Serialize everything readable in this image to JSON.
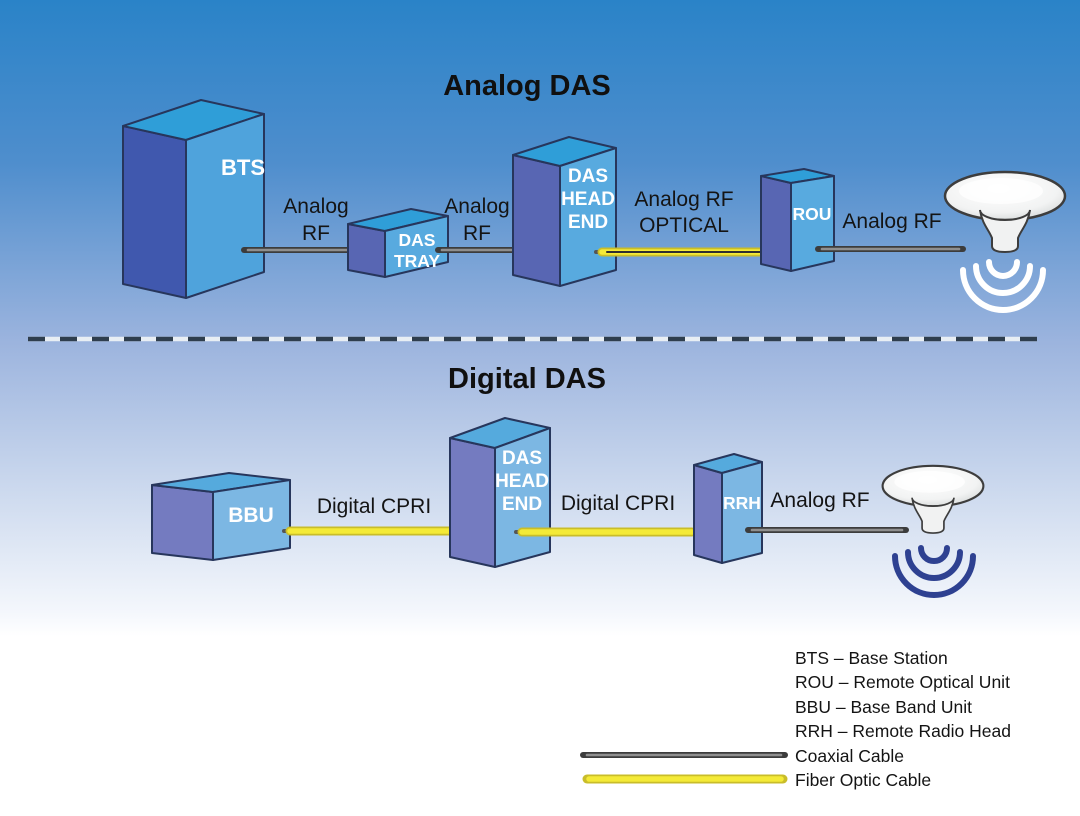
{
  "colors": {
    "bg_top": "#2a83c8",
    "bg_upper": "#4f8ecd",
    "bg_mid": "#9cb4de",
    "bg_lower": "#ccd9ee",
    "bg_white": "#ffffff",
    "outline": "#27365c",
    "front_blue": "#4fa3dc",
    "front_blue2": "#58aadf",
    "front_blue_light": "#7cb7e3",
    "side_blue": "#4058ae",
    "side_blue2": "#5866b3",
    "side_purple": "#747bc0",
    "top_blue": "#2f9ed8",
    "top_blue_light": "#55aadd",
    "coax": "#3c3c3c",
    "coax_light": "#8f8f8f",
    "fiber": "#f4ea37",
    "fiber_edge": "#c9bd2a",
    "fiber_core": "#555555",
    "arc_white": "#ffffff",
    "arc_navy": "#2e4191",
    "title": "#101010",
    "label": "#141414",
    "box_label": "#ffffff"
  },
  "titles": {
    "analog": "Analog DAS",
    "digital": "Digital DAS"
  },
  "analog": {
    "boxes": {
      "bts": {
        "label": "BTS"
      },
      "das_tray": {
        "lines": [
          "DAS",
          "TRAY"
        ]
      },
      "head_end": {
        "lines": [
          "DAS",
          "HEAD",
          "END"
        ]
      },
      "rou": {
        "label": "ROU"
      }
    },
    "links": [
      {
        "lines": [
          "Analog",
          "RF"
        ],
        "type": "coax"
      },
      {
        "lines": [
          "Analog",
          "RF"
        ],
        "type": "coax"
      },
      {
        "lines": [
          "Analog RF",
          "OPTICAL"
        ],
        "type": "fiber"
      },
      {
        "lines": [
          "Analog RF"
        ],
        "type": "coax"
      }
    ]
  },
  "digital": {
    "boxes": {
      "bbu": {
        "label": "BBU"
      },
      "head_end": {
        "lines": [
          "DAS",
          "HEAD",
          "END"
        ]
      },
      "rrh": {
        "label": "RRH"
      }
    },
    "links": [
      {
        "lines": [
          "Digital CPRI"
        ],
        "type": "fiber"
      },
      {
        "lines": [
          "Digital CPRI"
        ],
        "type": "fiber"
      },
      {
        "lines": [
          "Analog RF"
        ],
        "type": "coax"
      }
    ]
  },
  "legend": {
    "items": [
      {
        "text": "BTS – Base Station",
        "sample": "none"
      },
      {
        "text": "ROU – Remote Optical Unit",
        "sample": "none"
      },
      {
        "text": "BBU – Base Band Unit",
        "sample": "none"
      },
      {
        "text": "RRH – Remote Radio Head",
        "sample": "none"
      },
      {
        "text": "Coaxial Cable",
        "sample": "coax"
      },
      {
        "text": "Fiber Optic Cable",
        "sample": "fiber"
      }
    ]
  }
}
